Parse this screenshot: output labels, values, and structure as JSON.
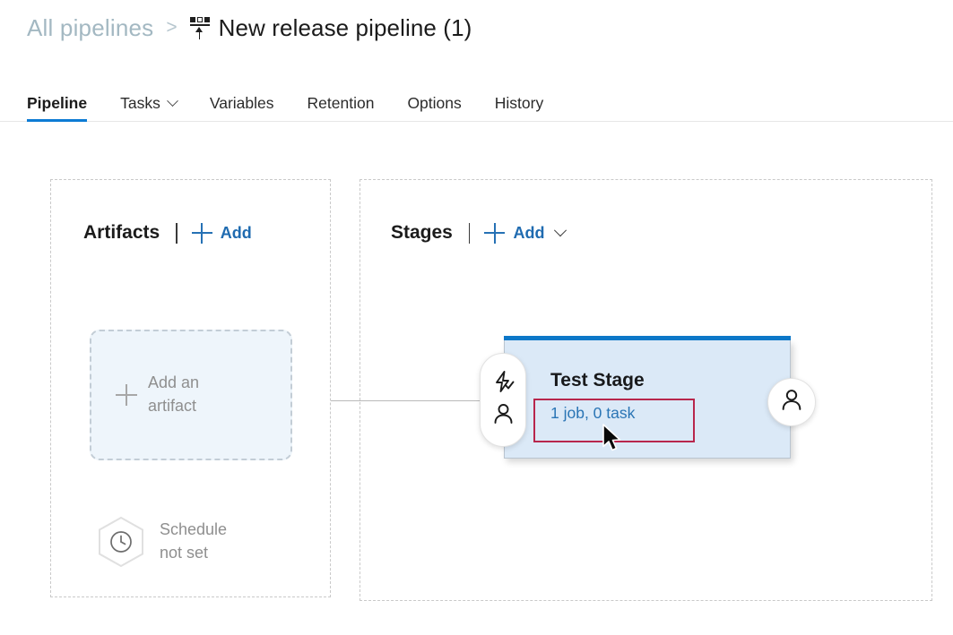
{
  "breadcrumb": {
    "root_label": "All pipelines",
    "separator": ">",
    "pipeline_icon": "release-pipeline-icon",
    "title": "New release pipeline (1)"
  },
  "tabs": [
    {
      "label": "Pipeline",
      "active": true,
      "has_chevron": false
    },
    {
      "label": "Tasks",
      "active": false,
      "has_chevron": true
    },
    {
      "label": "Variables",
      "active": false,
      "has_chevron": false
    },
    {
      "label": "Retention",
      "active": false,
      "has_chevron": false
    },
    {
      "label": "Options",
      "active": false,
      "has_chevron": false
    },
    {
      "label": "History",
      "active": false,
      "has_chevron": false
    }
  ],
  "artifacts": {
    "title": "Artifacts",
    "add_label": "Add",
    "add_icon": "plus-icon",
    "empty_box": {
      "icon": "plus-icon",
      "line1": "Add an",
      "line2": "artifact"
    },
    "schedule": {
      "icon": "clock-icon",
      "line1": "Schedule",
      "line2": "not set"
    }
  },
  "stages": {
    "title": "Stages",
    "add_label": "Add",
    "add_icon": "plus-icon",
    "add_chevron": "chevron-down-icon",
    "stage": {
      "name": "Test Stage",
      "jobs_tasks": "1 job, 0 task",
      "pre_deployment": {
        "trigger_icon": "lightning-check-icon",
        "approval_icon": "person-icon"
      },
      "post_deployment": {
        "approval_icon": "person-icon"
      }
    }
  },
  "colors": {
    "accent_blue": "#0d7bd4",
    "link_blue": "#1f6bb0",
    "stage_fill": "#dbe9f7",
    "stage_top_bar": "#0c77c8",
    "highlight_red": "#b8264c",
    "muted_gray": "#8f8f8f",
    "breadcrumb_gray": "#a3b8c2"
  }
}
